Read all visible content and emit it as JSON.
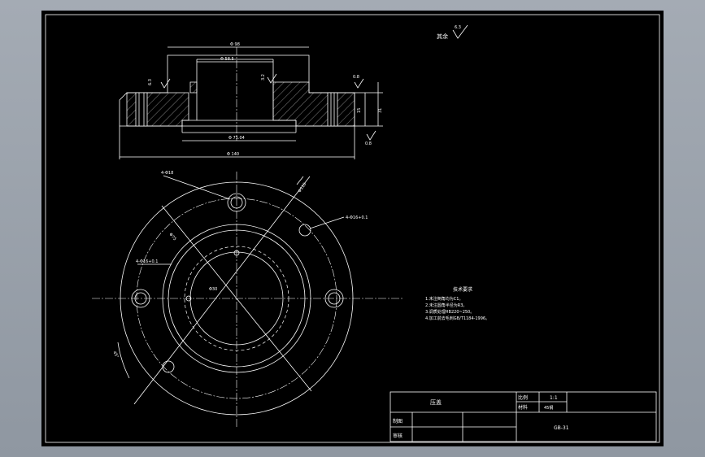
{
  "surface_finish_note": {
    "label": "其余",
    "roughness": "6.3"
  },
  "section_view": {
    "dims": {
      "top_outer": "Φ 98",
      "bore": "Φ 58.5",
      "bore_roughness": "3.2",
      "left_roughness": "6.3",
      "right_roughness_top": "0.8",
      "right_roughness_bottom": "0.8",
      "height_inner": "15",
      "height_outer": "31",
      "recess": "Φ 75.04",
      "flange_outer": "Φ 140"
    }
  },
  "plan_view": {
    "labels": {
      "hole_count": "4-Φ18",
      "pcd": "Φ110",
      "hole_tol_right": "4-Φ16+0.1",
      "inner_dia": "Φ75",
      "hole_tol_left": "4-Φ16+0.1",
      "center_label": "Φ30",
      "angle": "45°"
    }
  },
  "technical_requirements": {
    "title": "技术要求",
    "items": [
      "1.未注倒角均为C1。",
      "2.未注圆角半径为R3。",
      "3.调质处理HB220~250。",
      "4.加工前去毛刺GB/T1184-1996。"
    ]
  },
  "title_block": {
    "part_name": "压盖",
    "scale_label": "比例",
    "scale_value": "1:1",
    "material_label": "材料",
    "material_value": "45钢",
    "drafter_label": "制图",
    "checker_label": "审核",
    "drawing_number": "GB-31"
  }
}
